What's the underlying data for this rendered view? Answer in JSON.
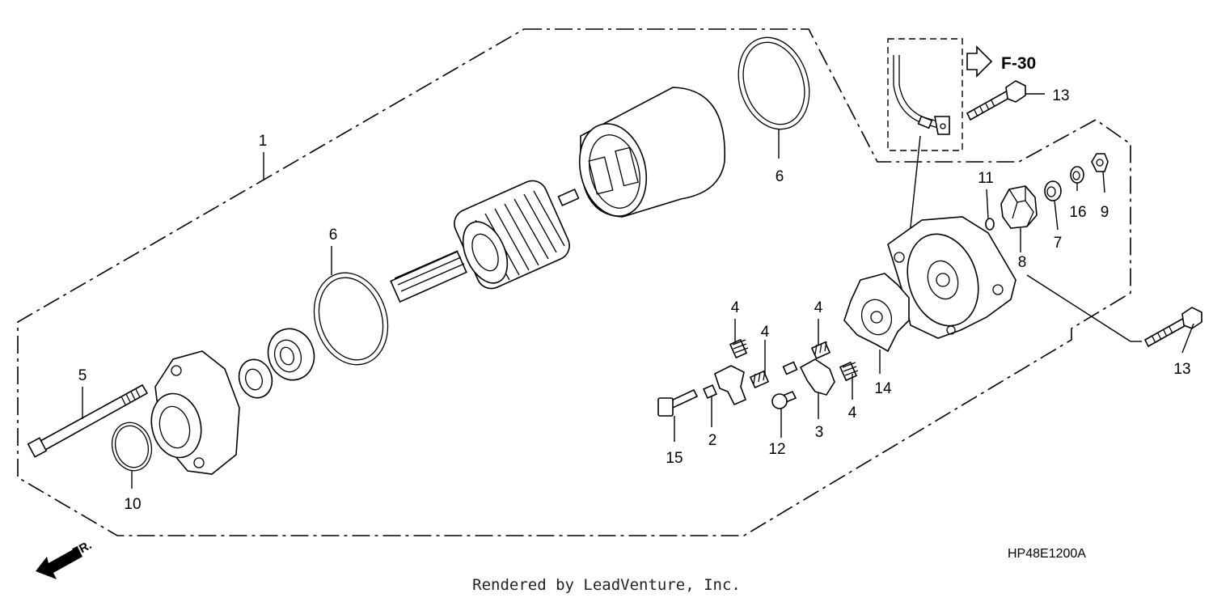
{
  "diagram": {
    "callouts": {
      "c1": "1",
      "c2": "2",
      "c3": "3",
      "c4a": "4",
      "c4b": "4",
      "c4c": "4",
      "c4d": "4",
      "c5": "5",
      "c6a": "6",
      "c6b": "6",
      "c7": "7",
      "c8": "8",
      "c9": "9",
      "c10": "10",
      "c11": "11",
      "c12": "12",
      "c13a": "13",
      "c13b": "13",
      "c14": "14",
      "c15": "15",
      "c16": "16"
    },
    "figure_ref": "F-30",
    "diagram_code": "HP48E1200A",
    "front_marker": "FR."
  },
  "footer": {
    "credit": "Rendered by LeadVenture, Inc."
  }
}
